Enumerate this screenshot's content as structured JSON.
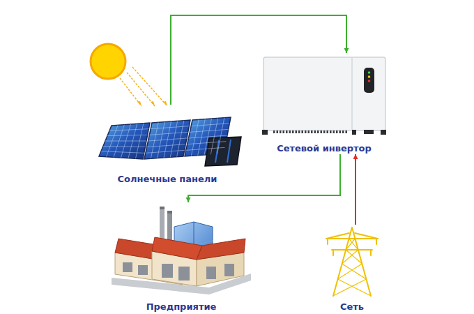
{
  "diagram": {
    "nodes": [
      {
        "text": [
          "Солнечные панели"
        ]
      },
      {
        "text": [
          "Сетевой инвертор"
        ]
      },
      {
        "text": [
          "Предприятие"
        ]
      },
      {
        "text": [
          "Сеть"
        ]
      }
    ],
    "edges": [
      {
        "from": 0,
        "to": 1,
        "arrow": "to"
      },
      {
        "from": 1,
        "to": 2,
        "arrow": "to"
      },
      {
        "from": 3,
        "to": 1,
        "arrow": "to"
      }
    ]
  }
}
